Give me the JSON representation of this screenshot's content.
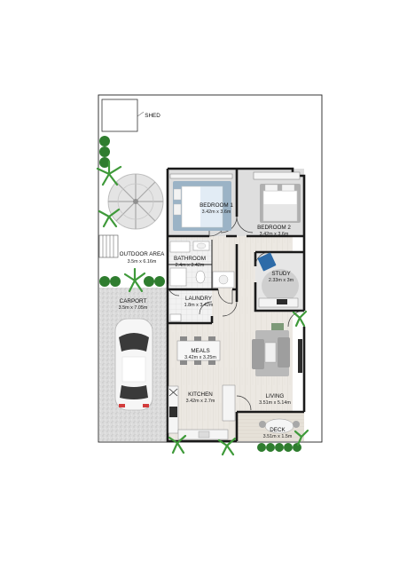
{
  "rooms": [
    {
      "id": "shed",
      "name": "SHED",
      "dims": ""
    },
    {
      "id": "bedroom1",
      "name": "BEDROOM 1",
      "dims": "3.42m x 3.6m"
    },
    {
      "id": "bedroom2",
      "name": "BEDROOM 2",
      "dims": "3.42m x 3.6m"
    },
    {
      "id": "outdoor",
      "name": "OUTDOOR AREA",
      "dims": "3.5m x 6.16m"
    },
    {
      "id": "bathroom",
      "name": "BATHROOM",
      "dims": "2.4m x 3.42m"
    },
    {
      "id": "study",
      "name": "STUDY",
      "dims": "2.33m x 3m"
    },
    {
      "id": "laundry",
      "name": "LAUNDRY",
      "dims": "1.8m x 3.42m"
    },
    {
      "id": "carport",
      "name": "CARPORT",
      "dims": "3.5m x 7.05m"
    },
    {
      "id": "meals",
      "name": "MEALS",
      "dims": "3.42m x 3.25m"
    },
    {
      "id": "kitchen",
      "name": "KITCHEN",
      "dims": "3.42m x 2.7m"
    },
    {
      "id": "living",
      "name": "LIVING",
      "dims": "3.51m x 5.14m"
    },
    {
      "id": "deck",
      "name": "DECK",
      "dims": "3.51m x 1.5m"
    }
  ],
  "colors": {
    "timber": "#ece8e2",
    "carpet": "#d9d9d9",
    "wall": "#1a1a1a",
    "foliage": "#2f7d2f",
    "rug": "#9fb8cf"
  }
}
